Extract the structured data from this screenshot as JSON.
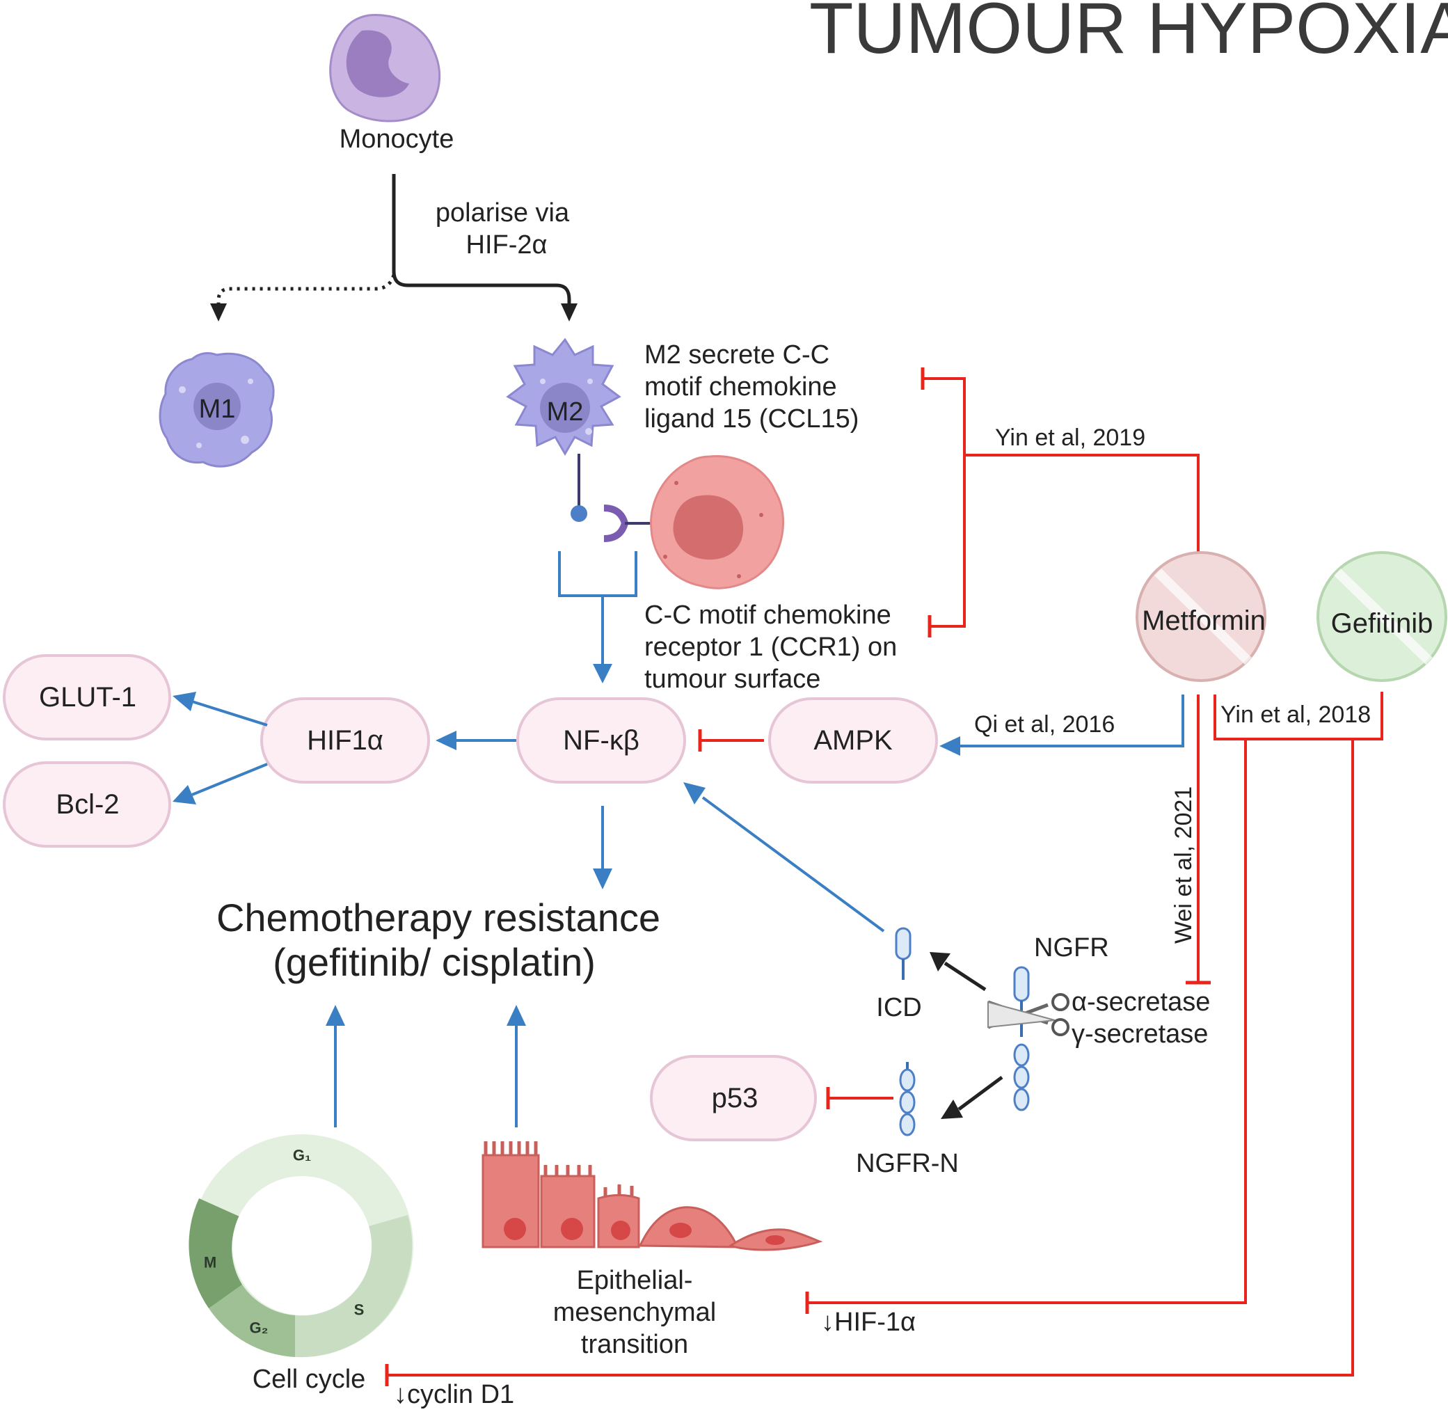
{
  "title": "TUMOUR HYPOXIA",
  "cells": {
    "monocyte": "Monocyte",
    "m1": "M1",
    "m2": "M2"
  },
  "edges": {
    "polarise_1": "polarise via",
    "polarise_2": "HIF-2α"
  },
  "annotations": {
    "ccl15_1": "M2 secrete C-C",
    "ccl15_2": "motif chemokine",
    "ccl15_3": "ligand 15 (CCL15)",
    "ccr1_1": "C-C motif chemokine",
    "ccr1_2": "receptor 1 (CCR1) on",
    "ccr1_3": "tumour surface"
  },
  "references": {
    "yin2019": "Yin et al, 2019",
    "qi2016": "Qi et al, 2016",
    "yin2018": "Yin et al, 2018",
    "wei2021": "Wei et al, 2021"
  },
  "nodes": {
    "glut1": "GLUT-1",
    "bcl2": "Bcl-2",
    "hif1a": "HIF1α",
    "nfkb": "NF-κβ",
    "ampk": "AMPK",
    "p53": "p53"
  },
  "drugs": {
    "metformin": "Metformin",
    "gefitinib": "Gefitinib"
  },
  "outcome": {
    "line1": "Chemotherapy resistance",
    "line2": "(gefitinib/ cisplatin)"
  },
  "ngfr": {
    "ngfr": "NGFR",
    "icd": "ICD",
    "ngfr_n": "NGFR-N",
    "alpha": "α-secretase",
    "gamma": "γ-secretase"
  },
  "emt": {
    "line1": "Epithelial-",
    "line2": "mesenchymal",
    "line3": "transition"
  },
  "cell_cycle": {
    "label": "Cell cycle",
    "g1": "G₁",
    "s": "S",
    "g2": "G₂",
    "m": "M"
  },
  "effects": {
    "hif": "↓HIF-1α",
    "cyclin": "↓cyclin D1"
  },
  "colors": {
    "activation": "#3a7fc4",
    "inhibition": "#e8241c",
    "neutral": "#222222",
    "node_fill": "#fdeef4",
    "node_stroke": "#e6c6d6"
  }
}
